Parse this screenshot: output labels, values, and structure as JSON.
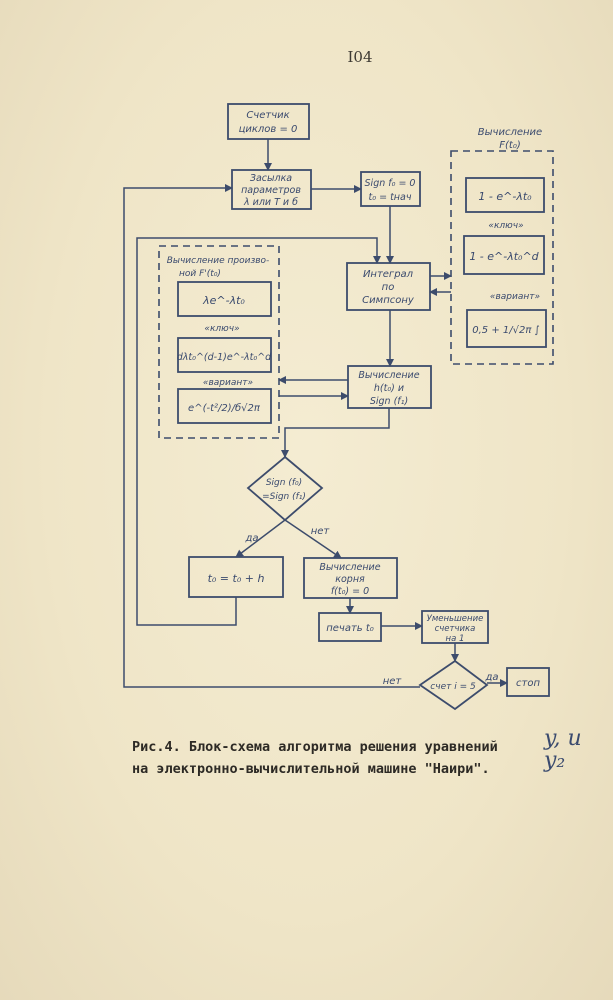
{
  "page_number": "I04",
  "flowchart": {
    "cycle_counter": [
      "Счетчик",
      "циклов = 0"
    ],
    "load_params": [
      "Засылка",
      "параметров",
      "λ или Т и б"
    ],
    "init": [
      "Sign f₀ = 0",
      "t₀ = tнач"
    ],
    "integral": [
      "Интеграл",
      "по",
      "Симпсону"
    ],
    "compute_h": [
      "Вычисление",
      "h(t₀) и",
      "Sign (f₁)"
    ],
    "derivative_title": [
      "Вычисление произво-",
      "ной F'(t₀)"
    ],
    "derivative_formulas": [
      "λe^-λt₀",
      "«ключ»",
      "dλt₀^(d-1)e^-λt₀^d",
      "«вариант»",
      "e^(-t²/2)/б√2π"
    ],
    "function_title": [
      "Вычисление",
      "F(t₀)"
    ],
    "function_formulas": [
      "1 - e^-λt₀",
      "«ключ»",
      "1 - e^-λt₀^d",
      "«вариант»",
      "0,5 + 1/√2π ∫"
    ],
    "decision_sign": [
      "Sign (f₀)",
      "=Sign (f₁)"
    ],
    "yes_label": "да",
    "no_label": "нет",
    "step": "t₀ = t₀ + h",
    "root": [
      "Вычисление",
      "корня",
      "f(t₀) = 0"
    ],
    "print": "печать t₀",
    "decrement": [
      "Уменьшение",
      "счетчика",
      "на 1"
    ],
    "decision_count": "счет i = 5",
    "no_label_2": "нет",
    "yes_label_2": "да",
    "stop": "стоп"
  },
  "caption": {
    "line1": "Рис.4. Блок-схема алгоритма решения уравнений",
    "line2": "на электронно-вычислительной машине \"Наири\".",
    "vars": "y, u y₂"
  }
}
